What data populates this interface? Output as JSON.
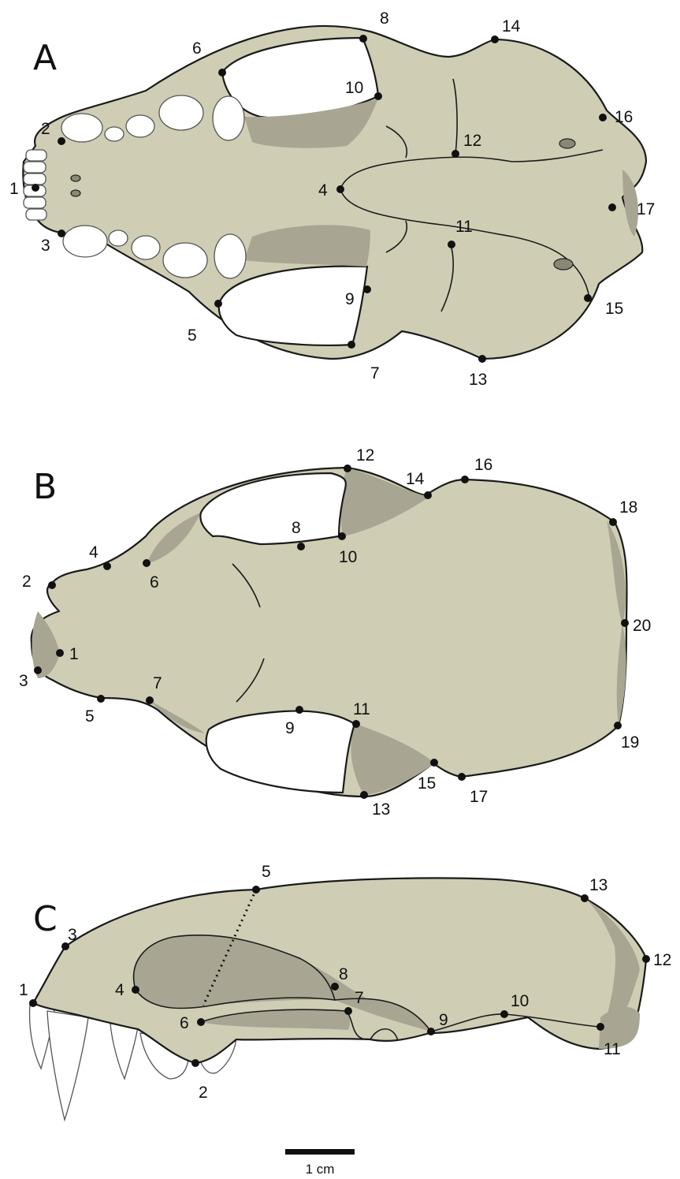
{
  "panels": [
    {
      "id": "A",
      "letter": "A",
      "landmarks": [
        "1",
        "2",
        "3",
        "4",
        "5",
        "6",
        "7",
        "8",
        "9",
        "10",
        "11",
        "12",
        "13",
        "14",
        "15",
        "16",
        "17"
      ]
    },
    {
      "id": "B",
      "letter": "B",
      "landmarks": [
        "1",
        "2",
        "3",
        "4",
        "5",
        "6",
        "7",
        "8",
        "9",
        "10",
        "11",
        "12",
        "13",
        "14",
        "15",
        "16",
        "17",
        "18",
        "19",
        "20"
      ]
    },
    {
      "id": "C",
      "letter": "C",
      "landmarks": [
        "1",
        "2",
        "3",
        "4",
        "5",
        "6",
        "7",
        "8",
        "9",
        "10",
        "11",
        "12",
        "13"
      ]
    }
  ],
  "scale_bar": {
    "label": "1 cm"
  },
  "colors": {
    "bone": "#cfcdb4",
    "shadow": "#a8a692",
    "landmark": "#111111",
    "outline": "#1b1b1b"
  }
}
